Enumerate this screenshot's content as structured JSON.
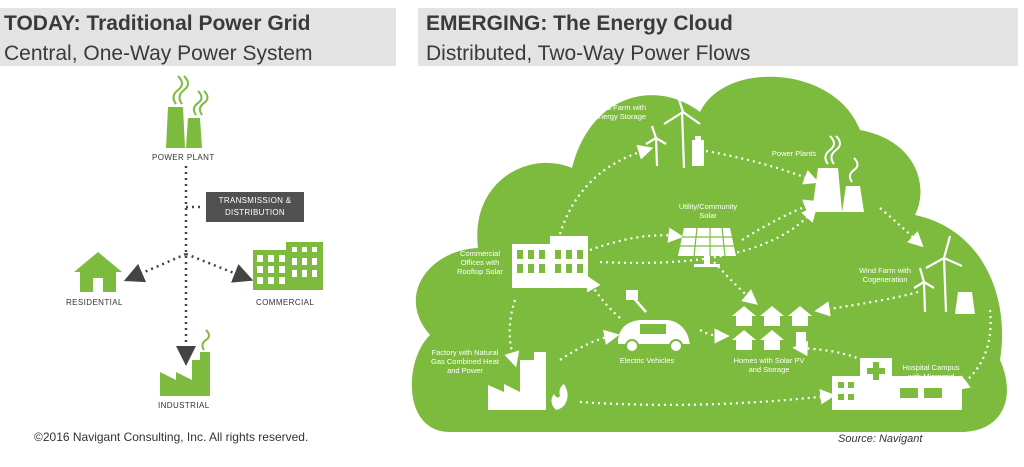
{
  "left_header": {
    "title": "TODAY: Traditional Power Grid",
    "subtitle": "Central, One-Way Power System"
  },
  "right_header": {
    "title": "EMERGING:  The Energy Cloud",
    "subtitle": "Distributed, Two-Way Power Flows"
  },
  "left_diagram": {
    "power_plant": "POWER PLANT",
    "transmission_line1": "TRANSMISSION &",
    "transmission_line2": "DISTRIBUTION",
    "residential": "RESIDENTIAL",
    "commercial": "COMMERCIAL",
    "industrial": "INDUSTRIAL"
  },
  "cloud": {
    "wind_storage_1": "Wind Farm with",
    "wind_storage_2": "Energy Storage",
    "power_plants": "Power Plants",
    "utility_1": "Utility/Community",
    "utility_2": "Solar",
    "commercial_1": "Commercial",
    "commercial_2": "Offices with",
    "commercial_3": "Rooftop Solar",
    "wind_cogen_1": "Wind Farm with",
    "wind_cogen_2": "Cogeneration",
    "factory_1": "Factory with Natural",
    "factory_2": "Gas Combined Heat",
    "factory_3": "and Power",
    "ev": "Electric Vehicles",
    "homes_1": "Homes with Solar PV",
    "homes_2": "and Storage",
    "hospital_1": "Hospital Campus",
    "hospital_2": "with Microgrid"
  },
  "footer": {
    "copyright": "©2016 Navigant Consulting, Inc. All rights reserved.",
    "source": "Source: Navigant"
  },
  "colors": {
    "green": "#7dbb3f",
    "dark_green": "#6aa52f",
    "header_bg": "#e3e3e3",
    "box": "#505050"
  }
}
